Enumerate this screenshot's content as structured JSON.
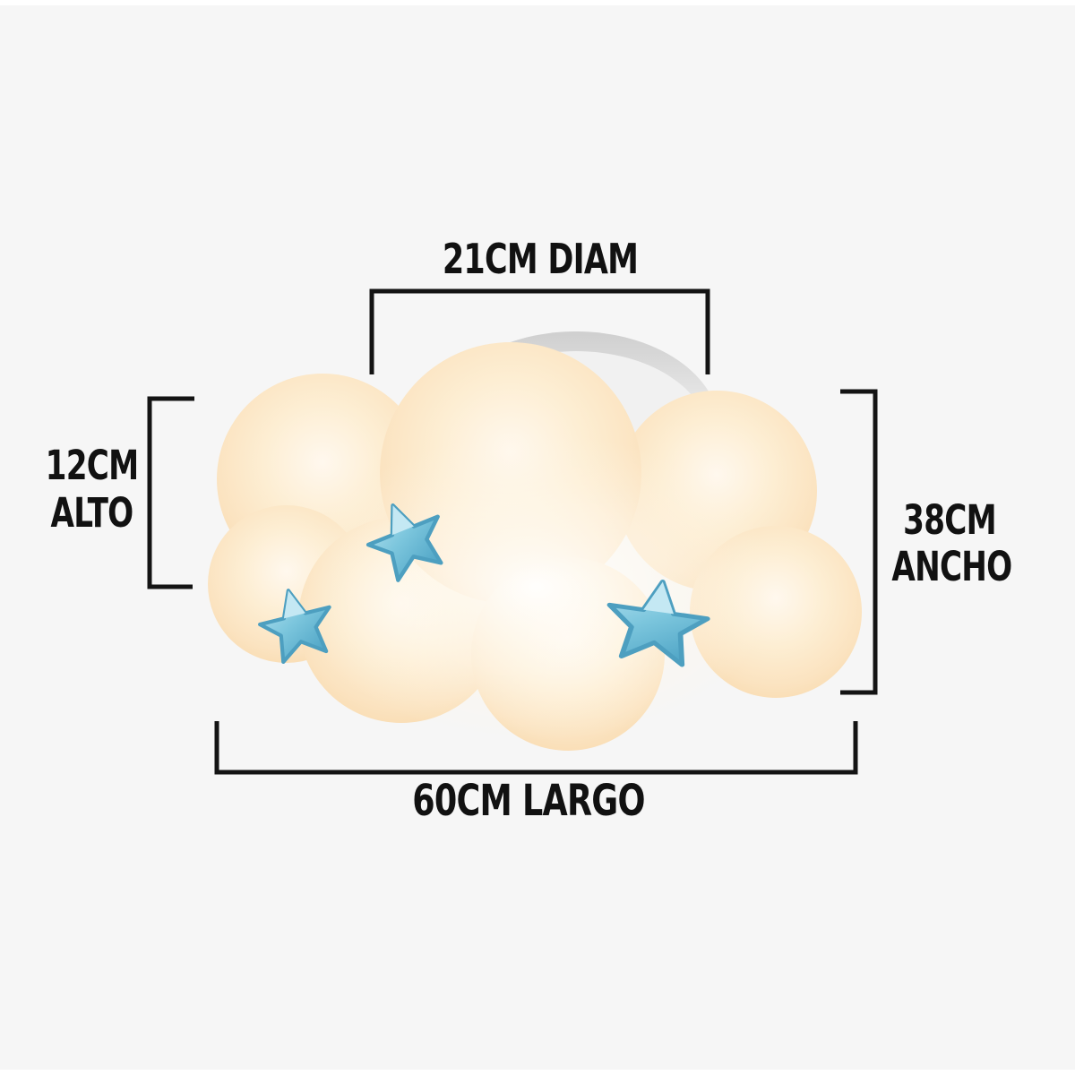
{
  "figure": {
    "type": "product-dimension-diagram",
    "subject": "cloud-ceiling-lamp-with-stars",
    "background_color": "#f6f6f6",
    "line_color": "#141414",
    "text_color": "#111111"
  },
  "lamp": {
    "cloud_edge_color": "#f9ddb4",
    "cloud_mid_color": "#fdeccf",
    "cloud_center_color": "#fff9ef",
    "glow_color": "#ffffff",
    "mount_rim_color": "#c9c9c9",
    "mount_face_color": "#f0f0f0",
    "star_light_color": "#aedcec",
    "star_mid_color": "#6fc0da",
    "star_dark_color": "#3e97bb",
    "star_count": 3
  },
  "dimensions": {
    "top": {
      "label": "21CM DIAM",
      "value": "21",
      "unit": "CM",
      "axis": "DIAM"
    },
    "left": {
      "line1": "12CM",
      "line2": "ALTO",
      "value": "12",
      "unit": "CM",
      "axis": "ALTO"
    },
    "right": {
      "line1": "38CM",
      "line2": "ANCHO",
      "value": "38",
      "unit": "CM",
      "axis": "ANCHO"
    },
    "bottom": {
      "label": "60CM LARGO",
      "value": "60",
      "unit": "CM",
      "axis": "LARGO"
    }
  }
}
